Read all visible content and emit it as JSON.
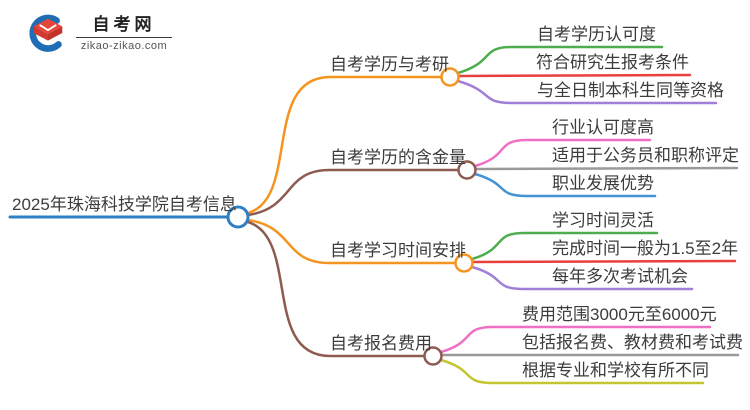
{
  "logo": {
    "site_name": "自考网",
    "site_url": "zikao-zikao.com",
    "icon": "graduation-cap-in-blue-crescent",
    "icon_colors": {
      "crescent_blue": "#1E6DB5",
      "cap_red": "#E23B30"
    }
  },
  "colors": {
    "root_blue": "#2E80C3",
    "orange": "#F5941F",
    "brown": "#8E5B50",
    "text": "#3C3C3C",
    "background": "#FFFFFF"
  },
  "mindmap": {
    "root": {
      "label": "2025年珠海科技学院自考信息",
      "color": "#2E80C3"
    },
    "branches": [
      {
        "label": "自考学历与考研",
        "color": "#F5941F",
        "children": [
          {
            "label": "自考学历认可度",
            "color": "#4DAE4D"
          },
          {
            "label": "符合研究生报考条件",
            "color": "#E8403C"
          },
          {
            "label": "与全日制本科生同等资格",
            "color": "#A07FD8"
          }
        ]
      },
      {
        "label": "自考学历的含金量",
        "color": "#8E5B50",
        "children": [
          {
            "label": "行业认可度高",
            "color": "#EE6FC3"
          },
          {
            "label": "适用于公务员和职称评定",
            "color": "#9A9A9A"
          },
          {
            "label": "职业发展优势",
            "color": "#4493D4"
          }
        ]
      },
      {
        "label": "自考学习时间安排",
        "color": "#F5941F",
        "children": [
          {
            "label": "学习时间灵活",
            "color": "#4DAE4D"
          },
          {
            "label": "完成时间一般为1.5至2年",
            "color": "#E8403C"
          },
          {
            "label": "每年多次考试机会",
            "color": "#A07FD8"
          }
        ]
      },
      {
        "label": "自考报名费用",
        "color": "#8E5B50",
        "children": [
          {
            "label": "费用范围3000元至6000元",
            "color": "#EE6FC3"
          },
          {
            "label": "包括报名费、教材费和考试费",
            "color": "#9A9A9A"
          },
          {
            "label": "根据专业和学校有所不同",
            "color": "#C3C62E"
          }
        ]
      }
    ]
  }
}
